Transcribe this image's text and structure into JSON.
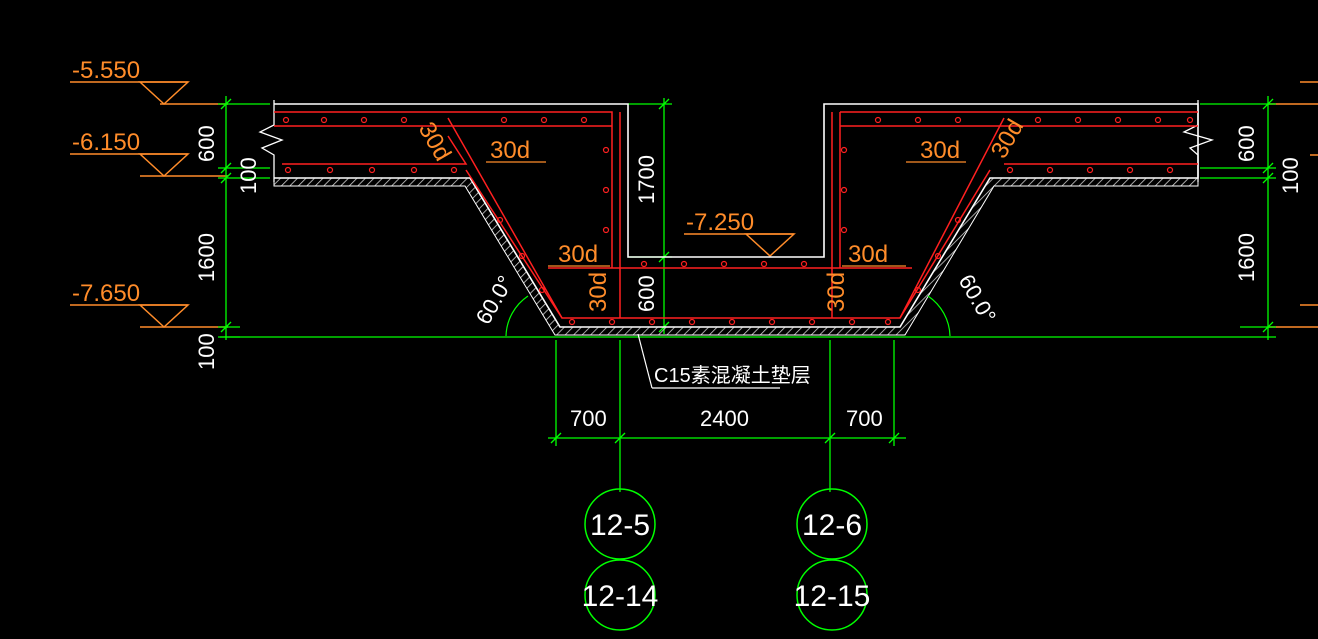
{
  "levels": {
    "top": "-5.550",
    "mid": "-6.150",
    "bottom": "-7.650",
    "pit": "-7.250"
  },
  "vertical_dims": {
    "slab_thickness": "600",
    "cushion_top": "100",
    "slope_height": "1600",
    "cushion_bottom": "100",
    "pit_depth": "1700",
    "pit_slab": "600"
  },
  "horizontal_dims": {
    "left": "700",
    "middle": "2400",
    "right": "700"
  },
  "annotations": {
    "anchorage": "30d",
    "angle": "60.0°",
    "cushion_layer": "C15素混凝土垫层"
  },
  "axes": {
    "left_upper": "12-5",
    "left_lower": "12-14",
    "right_upper": "12-6",
    "right_lower": "12-15"
  },
  "colors": {
    "background": "#000000",
    "concrete_outline": "#ffffff",
    "rebar": "#ff2020",
    "dimension": "#00ff00",
    "level_text": "#ff8c2a"
  }
}
